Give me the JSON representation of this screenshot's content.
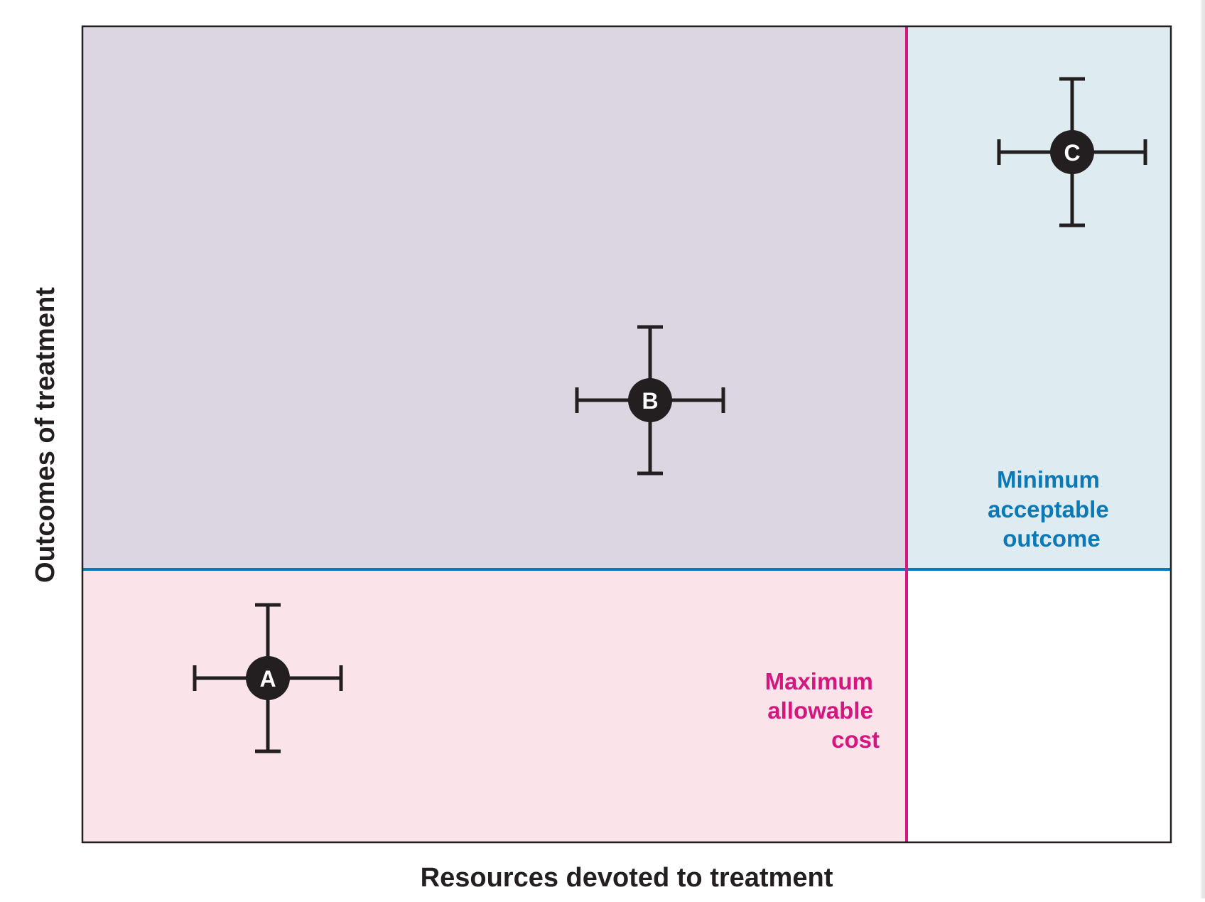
{
  "axes": {
    "x_label": "Resources devoted to treatment",
    "y_label": "Outcomes of treatment"
  },
  "thresholds": {
    "max_cost": {
      "label_lines": [
        "Maximum",
        "allowable",
        "cost"
      ],
      "color": "#d4167f"
    },
    "min_outcome": {
      "label_lines": [
        "Minimum",
        "acceptable",
        "outcome"
      ],
      "color": "#0a79b5"
    }
  },
  "regions": {
    "acceptable_affordable": "#dcd6e3",
    "affordable_inadequate": "#fbe3ea",
    "adequate_costly": "#deebf1",
    "costly_inadequate": "#ffffff"
  },
  "points": [
    {
      "label": "A"
    },
    {
      "label": "B"
    },
    {
      "label": "C"
    }
  ]
}
